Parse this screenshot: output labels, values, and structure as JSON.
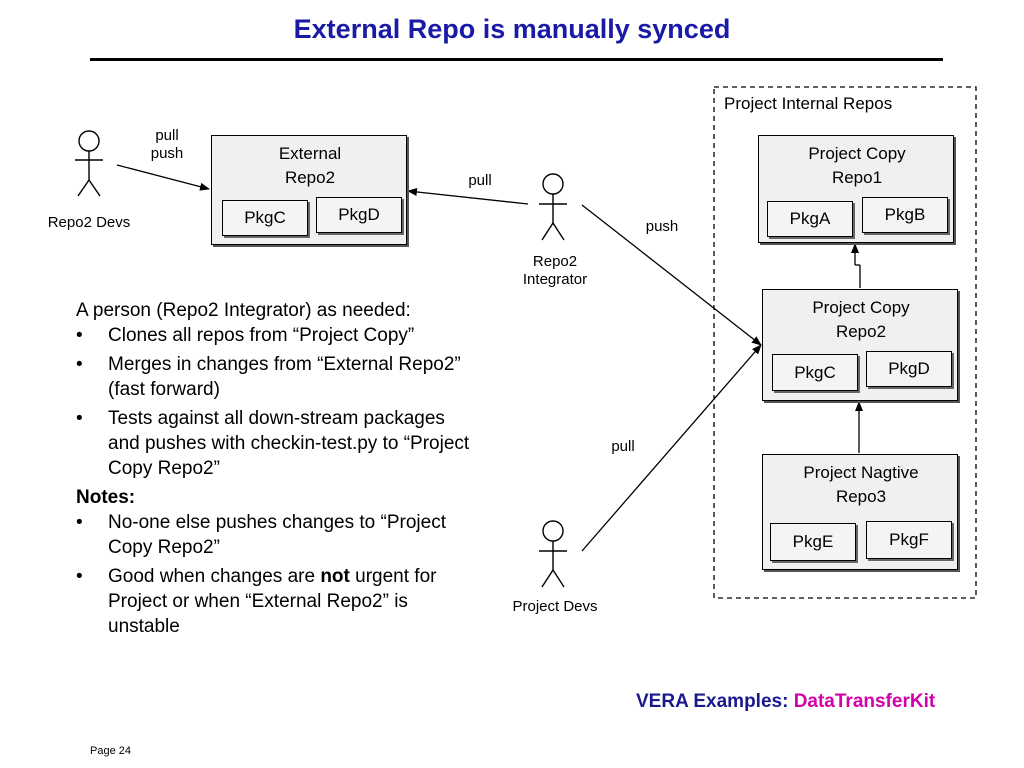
{
  "title": "External Repo is manually synced",
  "actors": {
    "repo2_devs": "Repo2 Devs",
    "repo2_integrator_line1": "Repo2",
    "repo2_integrator_line2": "Integrator",
    "project_devs": "Project Devs"
  },
  "edge_labels": {
    "pull_push_1": "pull",
    "pull_push_2": "push",
    "integrator_pull": "pull",
    "integrator_push": "push",
    "devs_pull": "pull"
  },
  "external_repo": {
    "title_line1": "External",
    "title_line2": "Repo2",
    "pkgs": [
      "PkgC",
      "PkgD"
    ]
  },
  "internal_group": {
    "title": "Project Internal Repos",
    "repo1": {
      "title_line1": "Project Copy",
      "title_line2": "Repo1",
      "pkgs": [
        "PkgA",
        "PkgB"
      ]
    },
    "repo2": {
      "title_line1": "Project Copy",
      "title_line2": "Repo2",
      "pkgs": [
        "PkgC",
        "PkgD"
      ]
    },
    "repo3": {
      "title_line1": "Project Nagtive",
      "title_line2": "Repo3",
      "pkgs": [
        "PkgE",
        "PkgF"
      ]
    }
  },
  "notes": {
    "intro": "A person (Repo2 Integrator) as needed:",
    "bullets": [
      "Clones all repos from “Project Copy”",
      "Merges in changes from “External Repo2” (fast forward)",
      "Tests against all down-stream packages and pushes with checkin-test.py to “Project Copy Repo2”"
    ],
    "notes_heading": "Notes:",
    "note_bullets": [
      "No-one else pushes changes to “Project Copy Repo2”"
    ],
    "urgent_pre": "Good when changes are ",
    "urgent_bold": "not",
    "urgent_post": " urgent for Project or when “External Repo2” is unstable",
    "bullet_char": "•"
  },
  "footer": {
    "prefix": "VERA Examples: ",
    "link": "DataTransferKit"
  },
  "page_number": "Page 24",
  "colors": {
    "title": "#1a1aa6",
    "footer": "#1a1a8c",
    "footer_link": "#d400a8"
  }
}
